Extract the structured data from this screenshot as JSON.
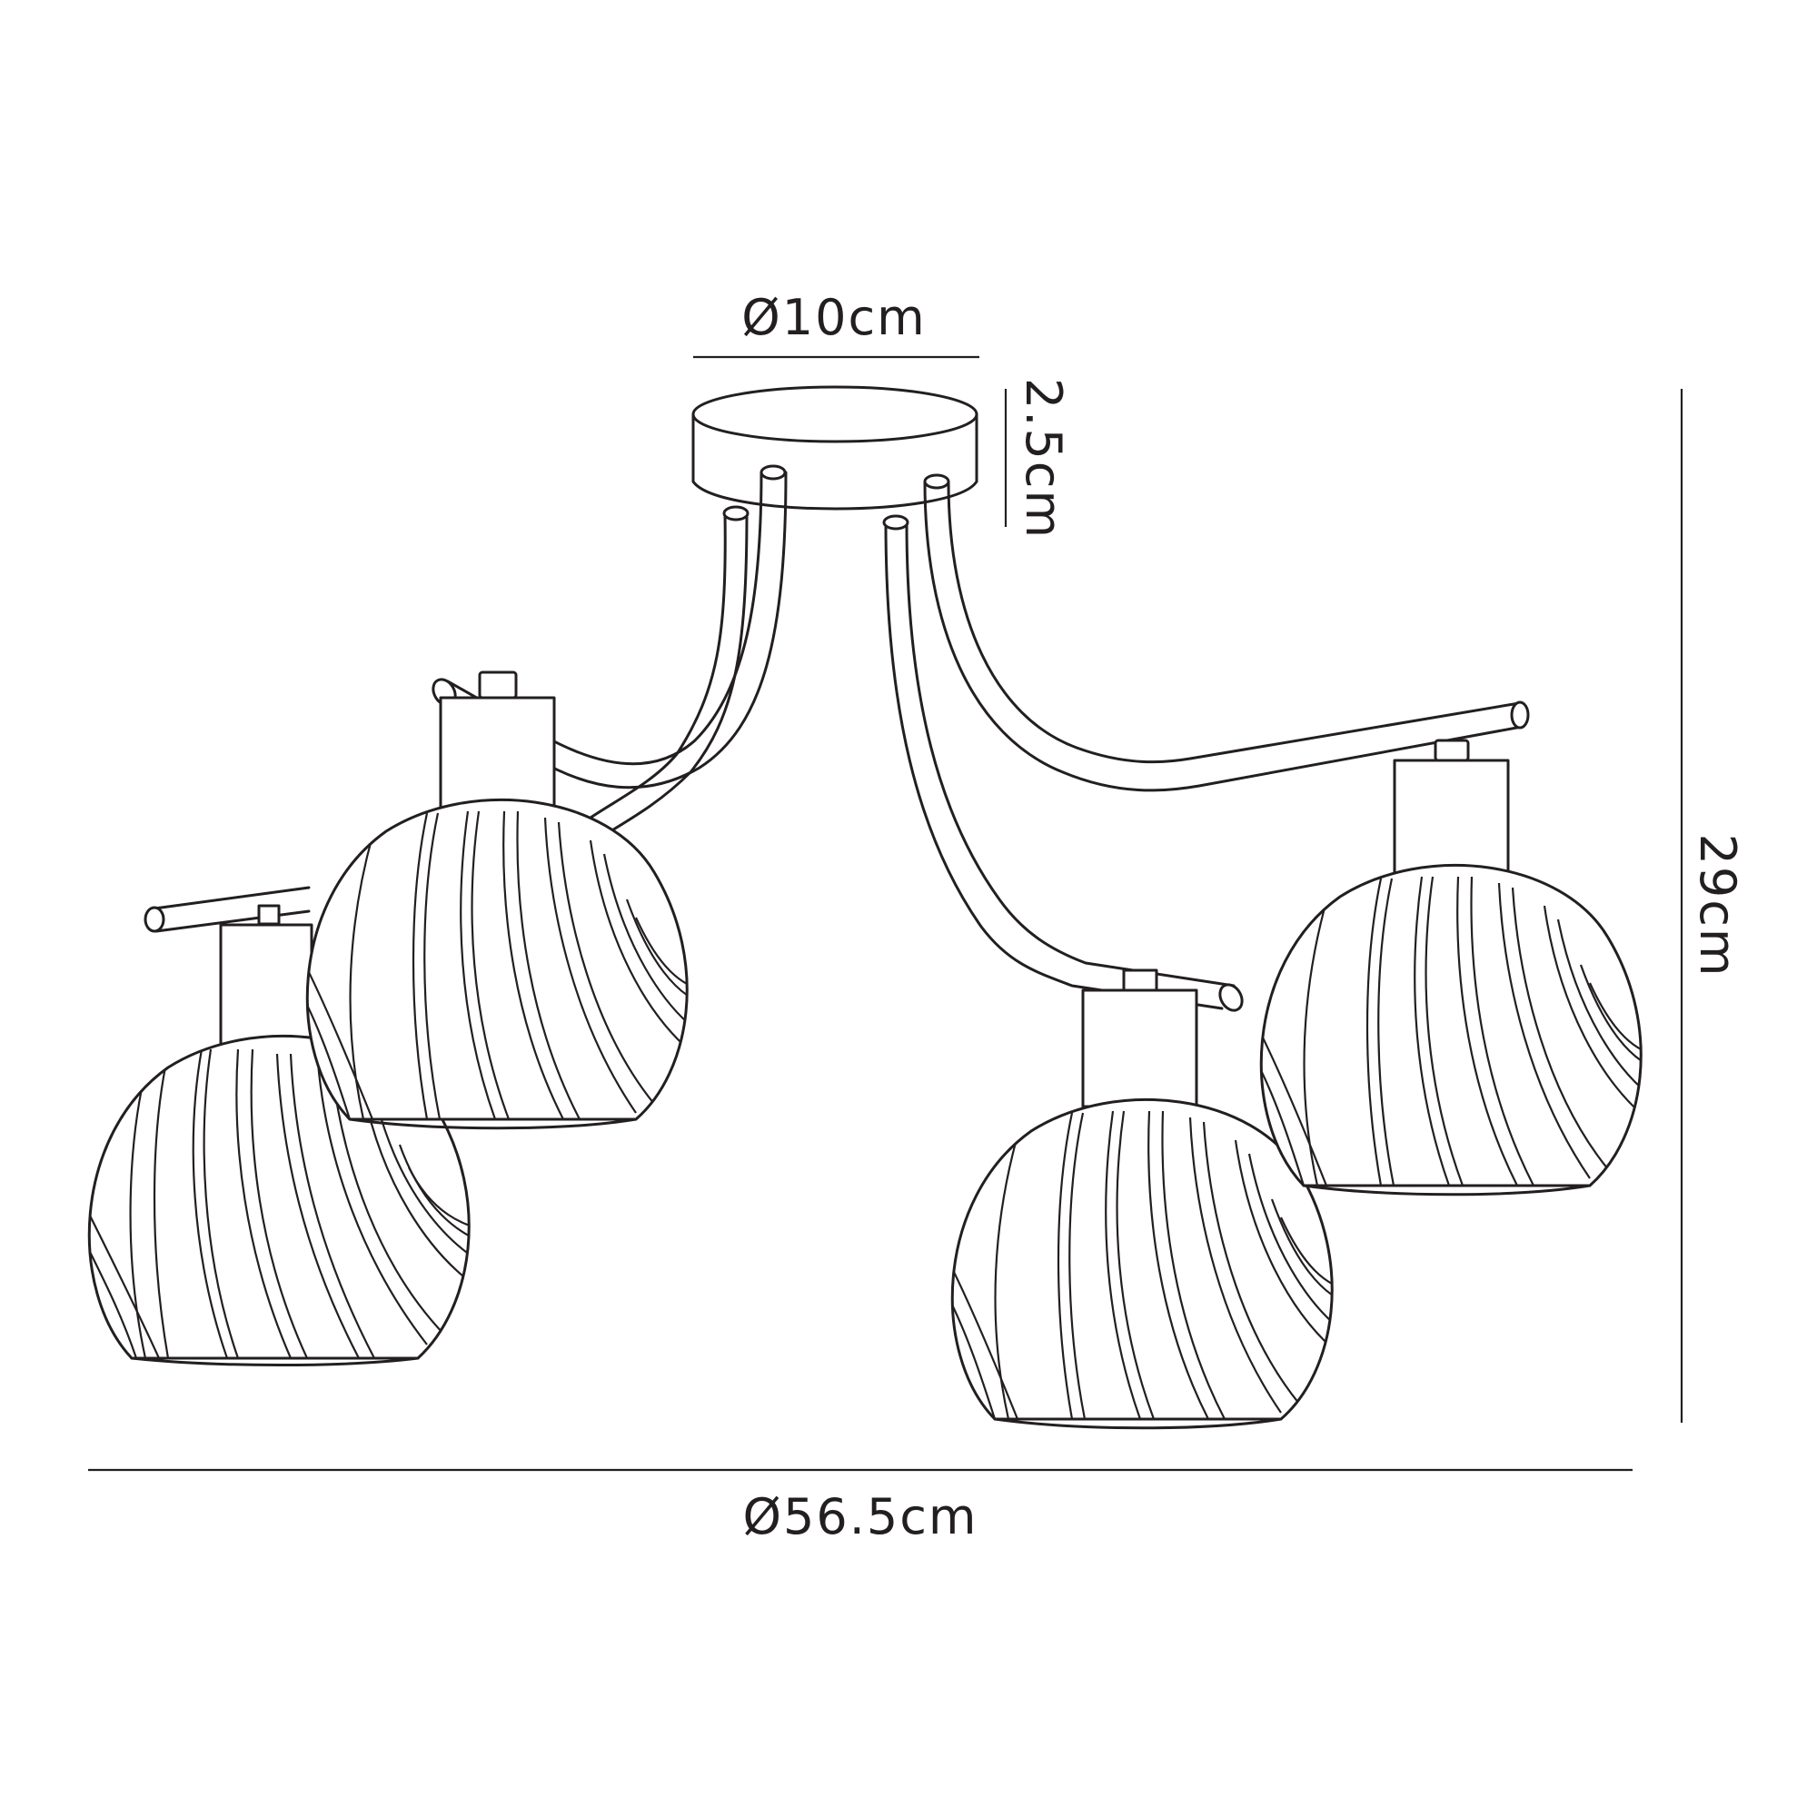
{
  "dimensions": {
    "canopy_diameter": "Ø10cm",
    "canopy_height": "2.5cm",
    "overall_height": "29cm",
    "overall_diameter": "Ø56.5cm"
  },
  "colors": {
    "line": "#231f20",
    "background": "#ffffff"
  },
  "shades": [
    "shade-left-back",
    "shade-left-front",
    "shade-right-front",
    "shade-right-back"
  ]
}
